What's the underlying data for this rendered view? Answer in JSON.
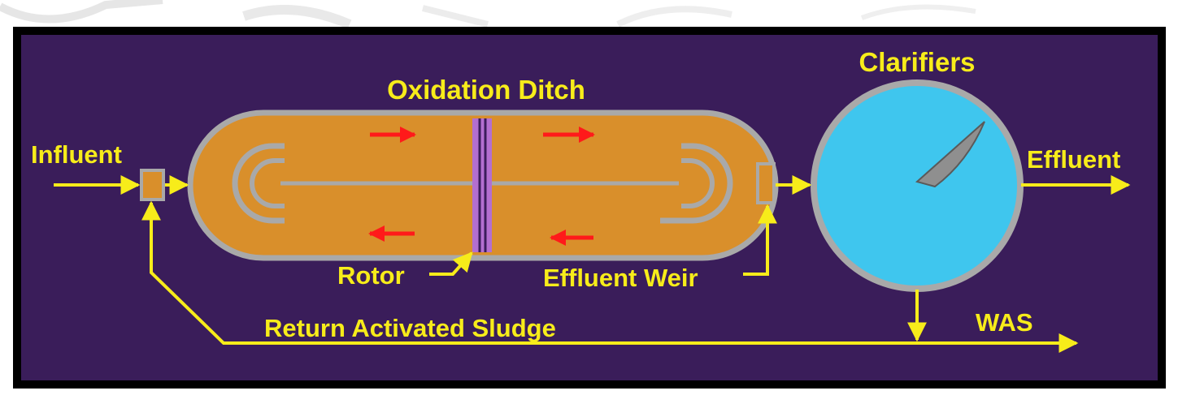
{
  "labels": {
    "oxidation_ditch": "Oxidation Ditch",
    "clarifiers": "Clarifiers",
    "influent": "Influent",
    "effluent": "Effluent",
    "rotor": "Rotor",
    "effluent_weir": "Effluent Weir",
    "return_sludge": "Return Activated Sludge",
    "was": "WAS"
  },
  "colors": {
    "background": "#3a1d5a",
    "frame": "#000000",
    "flow_line": "#f7ec1a",
    "ditch_fill": "#d98f2b",
    "ditch_border": "#a9a9a9",
    "clarifier_fill": "#3fc6ee",
    "rotor": "#b36fd0",
    "direction_arrow": "#ff1a1a"
  }
}
